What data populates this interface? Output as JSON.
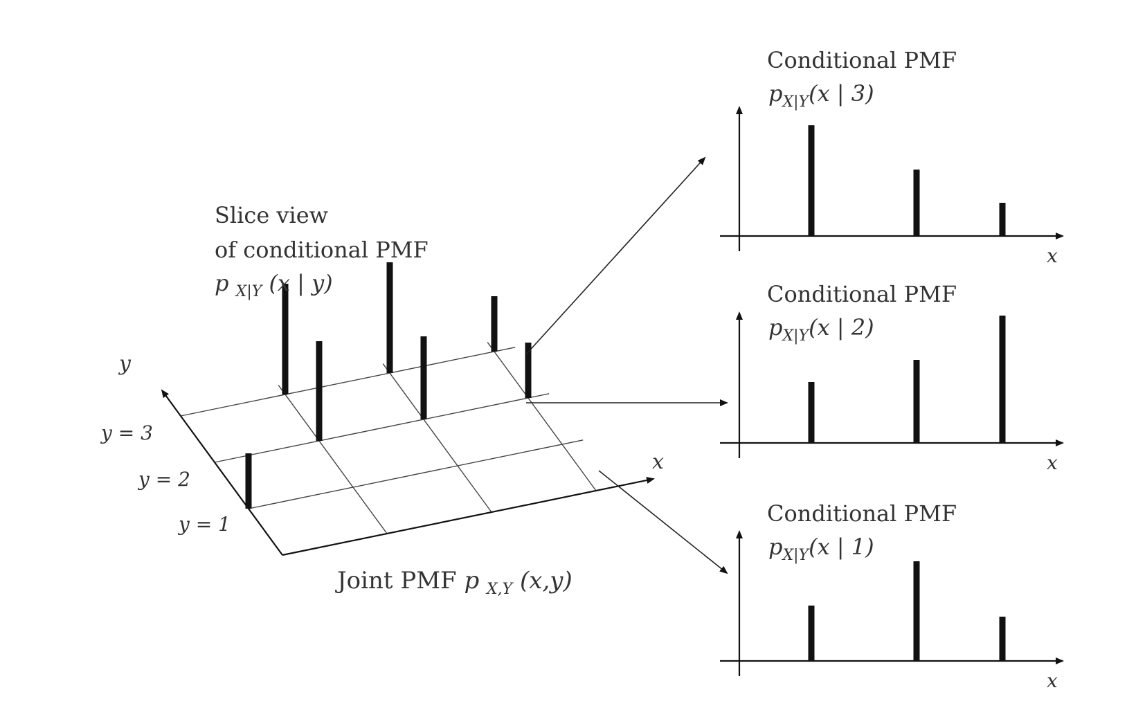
{
  "joint": {
    "title_text": "Joint PMF ",
    "title_math": "p",
    "title_sub": "X,Y",
    "title_args": "(x,y)",
    "x_axis_label": "x",
    "y_axis_label": "y",
    "row_labels": [
      "y = 1",
      "y = 2",
      "y = 3"
    ],
    "heights": {
      "row1": [
        1,
        0,
        0,
        0
      ],
      "row2": [
        0,
        1.8,
        1.5,
        1
      ],
      "row3": [
        0,
        2,
        2,
        1
      ]
    }
  },
  "slice": {
    "line1": "Slice view",
    "line2": "of conditional PMF",
    "math": "p",
    "sub": "X|Y",
    "args": "(x | y)"
  },
  "conditionals": [
    {
      "title": "Conditional PMF",
      "math": "p",
      "sub": "X|Y",
      "args": "(x | 3)",
      "x_label": "x",
      "values": [
        2,
        1.2,
        0.6
      ]
    },
    {
      "title": "Conditional PMF",
      "math": "p",
      "sub": "X|Y",
      "args": "(x | 2)",
      "x_label": "x",
      "values": [
        1.1,
        1.5,
        2.3
      ]
    },
    {
      "title": "Conditional PMF",
      "math": "p",
      "sub": "X|Y",
      "args": "(x | 1)",
      "x_label": "x",
      "values": [
        1,
        1.8,
        0.8
      ]
    }
  ]
}
